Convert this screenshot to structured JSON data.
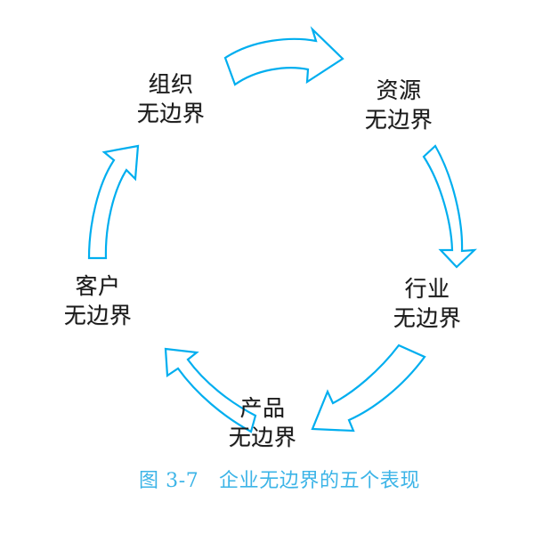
{
  "figure": {
    "caption": "图 3-7　企业无边界的五个表现",
    "caption_color": "#3cb4e7",
    "arrow_color": "#00aeef",
    "label_color": "#1a1a1a",
    "background_color": "#ffffff",
    "type": "cycle-diagram",
    "node_count": 5,
    "direction": "clockwise"
  },
  "nodes": [
    {
      "id": "organization",
      "line1": "组织",
      "line2": "无边界",
      "position": "top-left"
    },
    {
      "id": "resource",
      "line1": "资源",
      "line2": "无边界",
      "position": "top-right"
    },
    {
      "id": "industry",
      "line1": "行业",
      "line2": "无边界",
      "position": "right"
    },
    {
      "id": "product",
      "line1": "产品",
      "line2": "无边界",
      "position": "bottom"
    },
    {
      "id": "customer",
      "line1": "客户",
      "line2": "无边界",
      "position": "left"
    }
  ],
  "arrows": [
    {
      "id": "arrow-organization-to-resource",
      "name": "curved-arrow-right",
      "from": "organization",
      "to": "resource"
    },
    {
      "id": "arrow-resource-to-industry",
      "name": "curved-arrow-down",
      "from": "resource",
      "to": "industry"
    },
    {
      "id": "arrow-industry-to-product",
      "name": "curved-arrow-down-left",
      "from": "industry",
      "to": "product"
    },
    {
      "id": "arrow-product-to-customer",
      "name": "curved-arrow-up-left",
      "from": "product",
      "to": "customer"
    },
    {
      "id": "arrow-customer-to-organization",
      "name": "curved-arrow-up",
      "from": "customer",
      "to": "organization"
    }
  ]
}
